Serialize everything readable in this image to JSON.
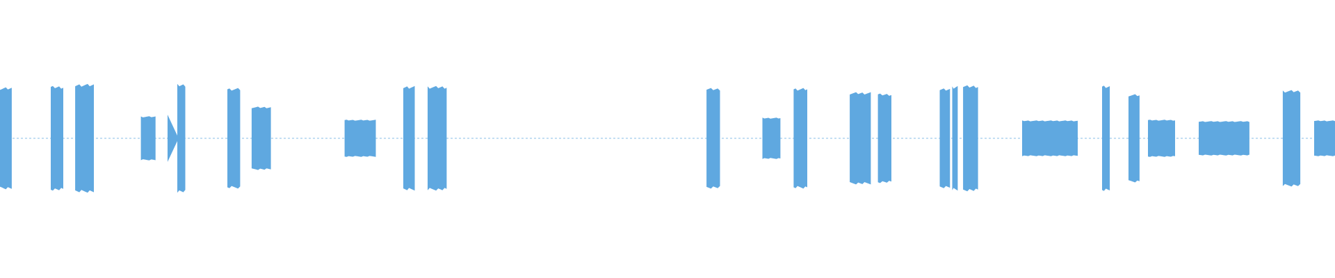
{
  "waveform": {
    "color": "#5fa8e0",
    "segments": [
      {
        "start": 0.0,
        "end": 0.0088,
        "amp": 0.74,
        "shape": "block"
      },
      {
        "start": 0.038,
        "end": 0.0474,
        "amp": 0.76,
        "shape": "block"
      },
      {
        "start": 0.0563,
        "end": 0.0703,
        "amp": 0.79,
        "shape": "block"
      },
      {
        "start": 0.1055,
        "end": 0.1165,
        "amp": 0.32,
        "shape": "block"
      },
      {
        "start": 0.1255,
        "end": 0.1333,
        "amp": 0.34,
        "shape": "taper"
      },
      {
        "start": 0.1328,
        "end": 0.1388,
        "amp": 0.79,
        "shape": "block"
      },
      {
        "start": 0.1703,
        "end": 0.1799,
        "amp": 0.73,
        "shape": "block"
      },
      {
        "start": 0.1885,
        "end": 0.2029,
        "amp": 0.46,
        "shape": "block"
      },
      {
        "start": 0.2581,
        "end": 0.2815,
        "amp": 0.27,
        "shape": "block"
      },
      {
        "start": 0.3021,
        "end": 0.3107,
        "amp": 0.76,
        "shape": "block"
      },
      {
        "start": 0.3203,
        "end": 0.3346,
        "amp": 0.76,
        "shape": "block"
      },
      {
        "start": 0.5292,
        "end": 0.5393,
        "amp": 0.73,
        "shape": "block"
      },
      {
        "start": 0.5711,
        "end": 0.5846,
        "amp": 0.3,
        "shape": "block"
      },
      {
        "start": 0.5945,
        "end": 0.6047,
        "amp": 0.73,
        "shape": "block"
      },
      {
        "start": 0.6365,
        "end": 0.6523,
        "amp": 0.67,
        "shape": "block"
      },
      {
        "start": 0.6576,
        "end": 0.6677,
        "amp": 0.65,
        "shape": "block"
      },
      {
        "start": 0.7039,
        "end": 0.7116,
        "amp": 0.73,
        "shape": "block"
      },
      {
        "start": 0.7133,
        "end": 0.7174,
        "amp": 0.76,
        "shape": "block"
      },
      {
        "start": 0.7214,
        "end": 0.7326,
        "amp": 0.77,
        "shape": "block"
      },
      {
        "start": 0.7656,
        "end": 0.8073,
        "amp": 0.26,
        "shape": "block"
      },
      {
        "start": 0.8255,
        "end": 0.8313,
        "amp": 0.77,
        "shape": "block"
      },
      {
        "start": 0.8453,
        "end": 0.8536,
        "amp": 0.64,
        "shape": "block"
      },
      {
        "start": 0.8599,
        "end": 0.8802,
        "amp": 0.27,
        "shape": "block"
      },
      {
        "start": 0.8979,
        "end": 0.9359,
        "amp": 0.25,
        "shape": "block"
      },
      {
        "start": 0.9609,
        "end": 0.974,
        "amp": 0.7,
        "shape": "block"
      },
      {
        "start": 0.9844,
        "end": 1.0,
        "amp": 0.26,
        "shape": "block"
      }
    ]
  }
}
